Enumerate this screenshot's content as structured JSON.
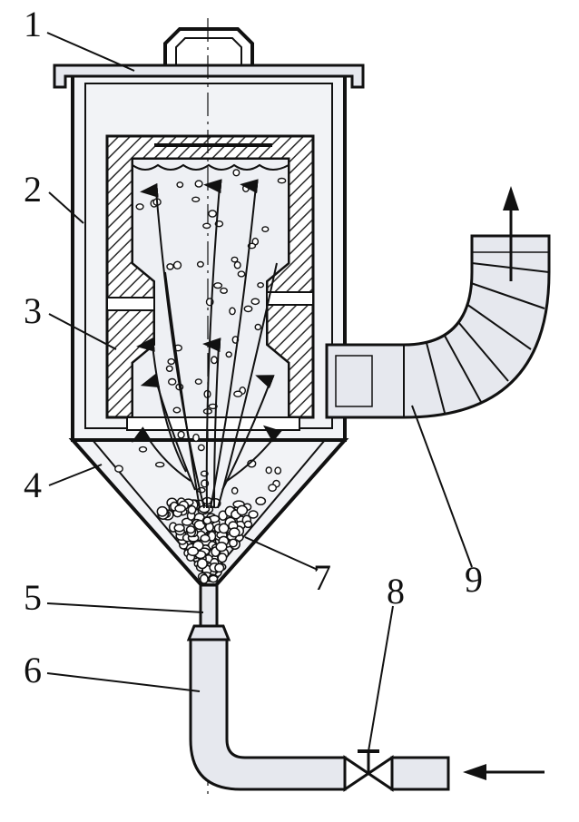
{
  "labels": {
    "l1": "1",
    "l2": "2",
    "l3": "3",
    "l4": "4",
    "l5": "5",
    "l6": "6",
    "l7": "7",
    "l8": "8",
    "l9": "9"
  },
  "colors": {
    "ink": "#111111",
    "fill_light": "#e6e8ee",
    "fill_body": "#f2f3f6",
    "hatch": "#2a2a2a",
    "paper": "#ffffff"
  }
}
